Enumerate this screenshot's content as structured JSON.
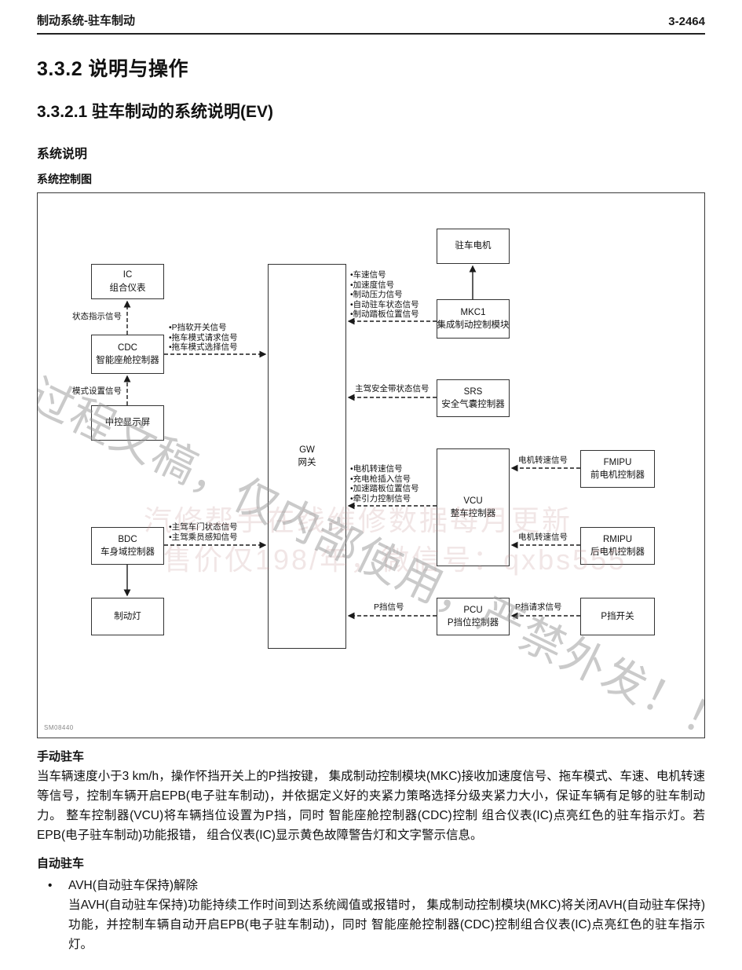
{
  "page": {
    "header_left": "制动系统-驻车制动",
    "header_right": "3-2464",
    "title": "3.3.2 说明与操作",
    "subtitle": "3.3.2.1 驻车制动的系统说明(EV)",
    "section_heading": "系统说明",
    "diagram_heading": "系统控制图"
  },
  "diagram": {
    "figure_id": "SM08440",
    "watermark_diagonal": "过程文稿，仅内部使用，严禁外发！！",
    "watermark_faint_line1": "汽修帮手在线维修数据每月更新",
    "watermark_faint_line2": "售价仅198/年，微信号：qxbs555",
    "nodes": {
      "ic": {
        "line1": "IC",
        "line2": "组合仪表"
      },
      "cdc": {
        "line1": "CDC",
        "line2": "智能座舱控制器"
      },
      "display": {
        "line1": "中控显示屏"
      },
      "bdc": {
        "line1": "BDC",
        "line2": "车身域控制器"
      },
      "brake_lamp": {
        "line1": "制动灯"
      },
      "gw": {
        "line1": "GW",
        "line2": "网关"
      },
      "parking_motor": {
        "line1": "驻车电机"
      },
      "mkc1": {
        "line1": "MKC1",
        "line2": "集成制动控制模块"
      },
      "srs": {
        "line1": "SRS",
        "line2": "安全气囊控制器"
      },
      "vcu": {
        "line1": "VCU",
        "line2": "整车控制器"
      },
      "pcu": {
        "line1": "PCU",
        "line2": "P挡位控制器"
      },
      "fmipu": {
        "line1": "FMIPU",
        "line2": "前电机控制器"
      },
      "rmipu": {
        "line1": "RMIPU",
        "line2": "后电机控制器"
      },
      "p_switch": {
        "line1": "P挡开关"
      }
    },
    "labels": {
      "status_indicator": "状态指示信号",
      "mode_setting": "模式设置信号",
      "cdc_signals": [
        "•P挡软开关信号",
        "•拖车模式请求信号",
        "•拖车模式选择信号"
      ],
      "mkc_signals": [
        "•车速信号",
        "•加速度信号",
        "•制动压力信号",
        "•自动驻车状态信号",
        "•制动踏板位置信号"
      ],
      "srs_signal": "主驾安全带状态信号",
      "vcu_signals": [
        "•电机转速信号",
        "•充电枪插入信号",
        "•加速踏板位置信号",
        "•牵引力控制信号"
      ],
      "fmipu_signal": "电机转速信号",
      "rmipu_signal": "电机转速信号",
      "bdc_signals": [
        "•主驾车门状态信号",
        "•主驾乘员感知信号"
      ],
      "pcu_signal": "P挡信号",
      "p_request_signal": "P挡请求信号"
    }
  },
  "content": {
    "manual_heading": "手动驻车",
    "manual_text": "当车辆速度小于3 km/h，操作怀挡开关上的P挡按键， 集成制动控制模块(MKC)接收加速度信号、拖车模式、车速、电机转速等信号，控制车辆开启EPB(电子驻车制动)，并依据定义好的夹紧力策略选择分级夹紧力大小，保证车辆有足够的驻车制动力。 整车控制器(VCU)将车辆挡位设置为P挡，同时 智能座舱控制器(CDC)控制 组合仪表(IC)点亮红色的驻车指示灯。若EPB(电子驻车制动)功能报错， 组合仪表(IC)显示黄色故障警告灯和文字警示信息。",
    "auto_heading": "自动驻车",
    "bullet_marker": "•",
    "avh_bullet_title": "AVH(自动驻车保持)解除",
    "avh_bullet_text": "当AVH(自动驻车保持)功能持续工作时间到达系统阈值或报错时， 集成制动控制模块(MKC)将关闭AVH(自动驻车保持)功能，并控制车辆自动开启EPB(电子驻车制动)，同时 智能座舱控制器(CDC)控制组合仪表(IC)点亮红色的驻车指示灯。"
  }
}
